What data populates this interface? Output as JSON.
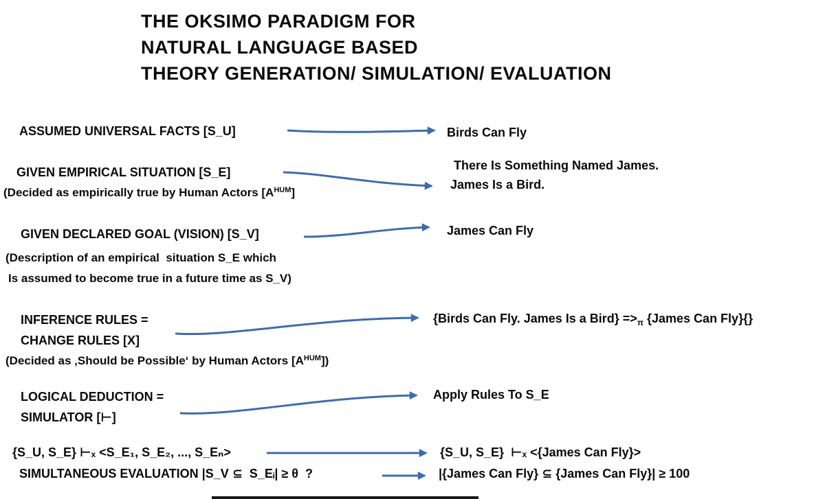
{
  "title": {
    "lines": [
      "THE OKSIMO PARADIGM FOR",
      "NATURAL LANGUAGE BASED",
      "THEORY GENERATION/ SIMULATION/ EVALUATION"
    ]
  },
  "colors": {
    "arrow": "#3e6bae",
    "text": "#0a0a0a",
    "background": "#ffffff"
  },
  "rows": {
    "universal_facts": {
      "label": "ASSUMED UNIVERSAL FACTS [S_U]",
      "example": "Birds Can Fly"
    },
    "empirical_situation": {
      "label": "GIVEN EMPIRICAL SITUATION [S_E]",
      "note_pre": "(Decided as empirically true by Human Actors [A",
      "note_sup": "HUM",
      "note_post": "]",
      "example_line1": "There Is Something Named James.",
      "example_line2": "James Is a Bird."
    },
    "declared_goal": {
      "label": "GIVEN DECLARED GOAL (VISION) [S_V]",
      "example": "James Can Fly",
      "note_line1": "(Description of an empirical  situation S_E which",
      "note_line2": "Is assumed to become true in a future time as S_V)"
    },
    "inference_rules": {
      "label_line1": "INFERENCE RULES =",
      "label_line2": "CHANGE RULES [X]",
      "note_pre": "(Decided as ‚Should be Possible‘ by Human Actors [A",
      "note_sup": "HUM",
      "note_post": "])",
      "example_pre": "{Birds Can Fly. James Is a Bird} =>",
      "example_sub": "π",
      "example_post": " {James Can Fly}{}"
    },
    "logical_deduction": {
      "label_line1": "LOGICAL DEDUCTION =",
      "label_line2": "SIMULATOR [⊢]",
      "example": "Apply Rules To S_E"
    },
    "simulation": {
      "formula": "{S_U, S_E} ⊢ₓ <S_E₁, S_E₂, ..., S_Eₙ>",
      "example": "{S_U, S_E}  ⊢ₓ <{James Can Fly}>"
    },
    "evaluation": {
      "formula": "SIMULTANEOUS EVALUATION |S_V ⊆  S_Eᵢ| ≥ θ  ?",
      "example": "|{James Can Fly} ⊆ {James Can Fly}| ≥ 100"
    }
  }
}
